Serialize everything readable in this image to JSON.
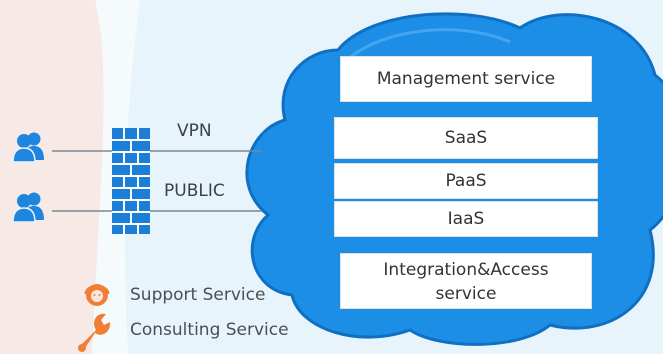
{
  "diagram": {
    "cloud": {
      "layers": {
        "management": "Management service",
        "saas": "SaaS",
        "paas": "PaaS",
        "iaas": "IaaS",
        "integration": "Integration&Access service"
      }
    },
    "connections": {
      "vpn_label": "VPN",
      "public_label": "PUBLIC"
    },
    "legend": {
      "support": "Support Service",
      "consulting": "Consulting Service"
    },
    "icons": {
      "user": "user-group-icon",
      "firewall": "firewall-brick-icon",
      "support": "headset-support-icon",
      "consulting": "wrench-consulting-icon"
    },
    "colors": {
      "cloud": "#1d8ee6",
      "cloud_edge": "#0f6fc2",
      "firewall": "#1b7fd8",
      "users": "#1f86e0",
      "support_icon": "#f07f35",
      "consulting_icon": "#f07f35",
      "background": "#e8f4fb",
      "accent_stripe": "#fde8e2"
    }
  }
}
